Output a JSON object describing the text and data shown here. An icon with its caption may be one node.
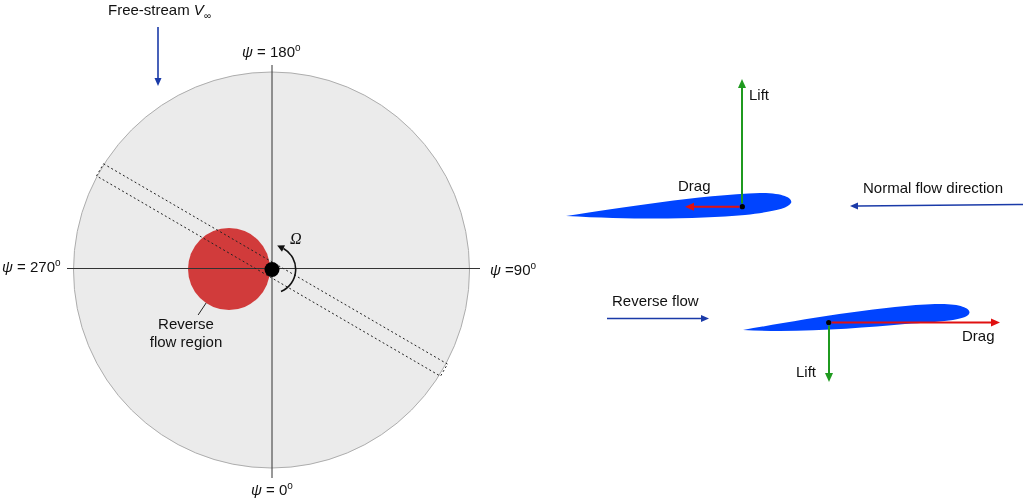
{
  "diagram": {
    "nodes": [
      {
        "text": [
          "Reverse flow region"
        ]
      },
      {
        "text": [],
        "shape": "circle"
      }
    ],
    "edges": [
      {
        "from": 0,
        "to": 1,
        "arrow": "none"
      }
    ],
    "labels": [
      "Free-stream *V*$_{∞}$",
      "*ψ* = 180$^{o}$",
      "Lift",
      "Drag",
      "Normal flow direction",
      "Ω",
      "*ψ* = 270$^{o}$",
      "*ψ* =90$^{o}$",
      "Reverse flow",
      "Drag",
      "Lift",
      "*ψ* = 0$^{o}$"
    ]
  }
}
